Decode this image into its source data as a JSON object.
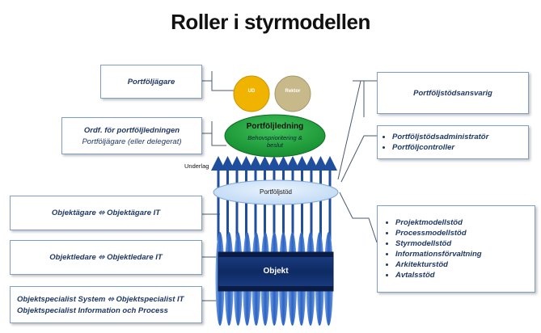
{
  "title": "Roller i styrmodellen",
  "left_boxes": {
    "portfoljagare": "Portföljägare",
    "ordf_line1": "Ordf. för portföljledningen",
    "ordf_line2": "Portföljägare (eller delegerat)",
    "objektagare": "Objektägare ⬄ Objektägare IT",
    "objektledare": "Objektledare ⬄ Objektledare IT",
    "specialist_line1": "Objektspecialist System  ⬄  Objektspecialist IT",
    "specialist_line2": "Objektspecialist Information och Process"
  },
  "right_boxes": {
    "ansvarig": "Portföljstödsansvarig",
    "admin_items": [
      "Portföljstödsadministratör",
      "Portföljcontroller"
    ],
    "stod_items": [
      "Projektmodellstöd",
      "Processmodellstöd",
      "Styrmodellstöd",
      "Informationsförvaltning",
      "Arkitekturstöd",
      "Avtalsstöd"
    ]
  },
  "center": {
    "circle_left": "UD",
    "circle_right": "Rektor",
    "portfoljledning_title": "Portföljledning",
    "portfoljledning_sub": "Behovsprioritering & beslut",
    "underlag": "Underlag",
    "portfoljstod": "Portföljstöd",
    "objekt": "Objekt"
  },
  "colors": {
    "dark_blue": "#1f3864",
    "arrow_blue": "#1f4e9c",
    "green": "#1a9a3a",
    "gold": "#f0b400",
    "tan": "#c8b98a",
    "light_blue": "#cfe3f7"
  }
}
